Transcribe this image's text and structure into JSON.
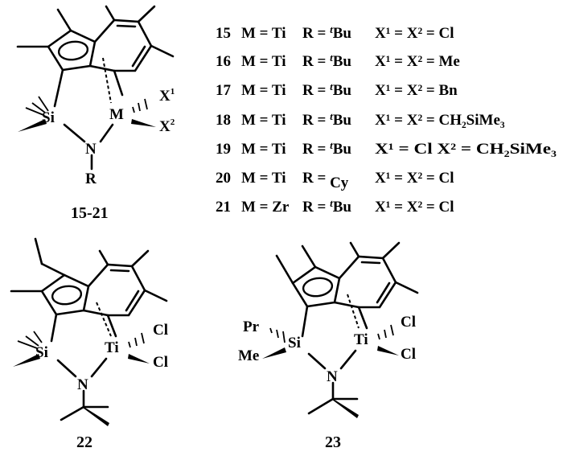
{
  "structures": [
    {
      "id": "top",
      "label": "15-21",
      "metal": "M",
      "x1": "X",
      "x1_sup": "1",
      "x2": "X",
      "x2_sup": "2",
      "si": "Si",
      "n": "N",
      "r": "R"
    },
    {
      "id": "c22",
      "label": "22",
      "metal": "Ti",
      "x1": "Cl",
      "x2": "Cl",
      "si": "Si",
      "n": "N"
    },
    {
      "id": "c23",
      "label": "23",
      "metal": "Ti",
      "x1": "Cl",
      "x2": "Cl",
      "si": "Si",
      "n": "N",
      "sub1": "Pr",
      "sub2": "Me"
    }
  ],
  "table": {
    "rows": [
      {
        "num": "15",
        "m": "M = Ti",
        "r_pre": "R = ",
        "r_sup": "t",
        "r_val": "Bu",
        "x": "X¹ = X² = Cl"
      },
      {
        "num": "16",
        "m": "M = Ti",
        "r_pre": "R = ",
        "r_sup": "t",
        "r_val": "Bu",
        "x": "X¹ = X² = Me"
      },
      {
        "num": "17",
        "m": "M = Ti",
        "r_pre": "R = ",
        "r_sup": "t",
        "r_val": "Bu",
        "x": "X¹ = X² = Bn"
      },
      {
        "num": "18",
        "m": "M = Ti",
        "r_pre": "R = ",
        "r_sup": "t",
        "r_val": "Bu",
        "x": "X¹ = X² = CH₂SiMe₃"
      },
      {
        "num": "19",
        "m": "M = Ti",
        "r_pre": "R = ",
        "r_sup": "t",
        "r_val": "Bu",
        "x": "X¹ = Cl X² = CH₂SiMe₃"
      },
      {
        "num": "20",
        "m": "M = Ti",
        "r_pre": "R = ",
        "r_sup": "",
        "r_val": "Cy",
        "x": "X¹ = X² = Cl"
      },
      {
        "num": "21",
        "m": "M = Zr",
        "r_pre": "R = ",
        "r_sup": "t",
        "r_val": "Bu",
        "x": "X¹ = X² = Cl"
      }
    ]
  }
}
